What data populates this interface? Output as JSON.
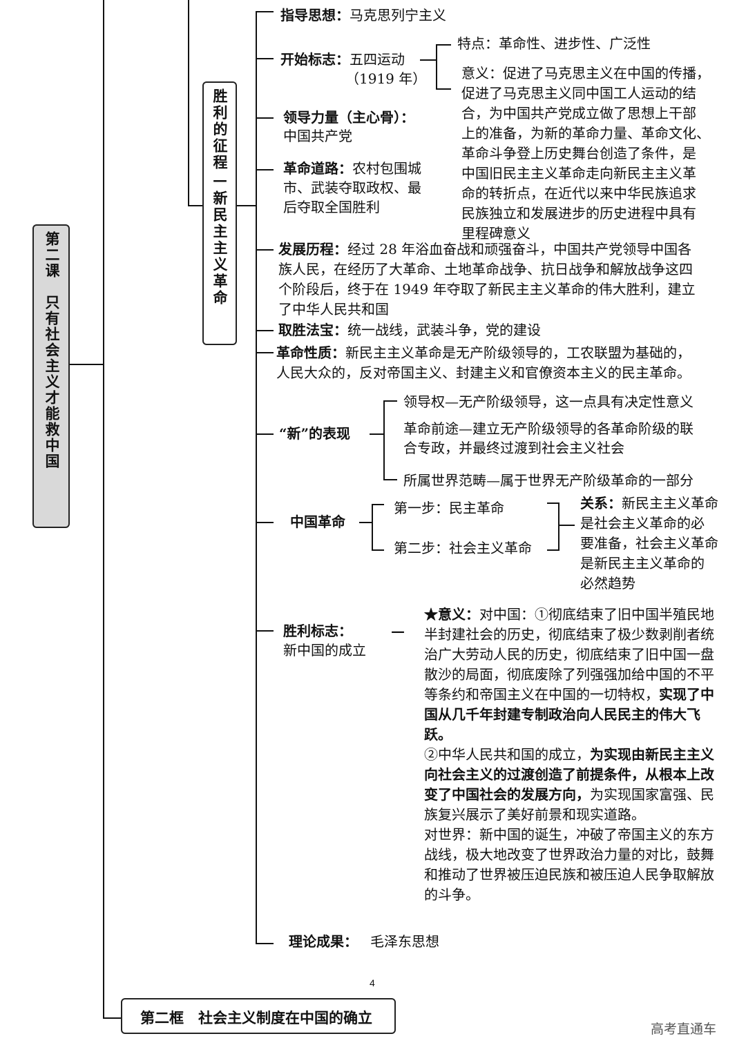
{
  "lesson": {
    "title": "第二课　只有社会主义才能救中国"
  },
  "section": {
    "title": "胜利的征程—新民主主义革命"
  },
  "guiding": {
    "label": "指导思想：",
    "value": "马克思列宁主义"
  },
  "start": {
    "label": "开始标志：",
    "event": "五四运动",
    "year": "（1919 年）",
    "features": "特点：革命性、进步性、广泛性",
    "meaning_lines": [
      "意义：促进了马克思主义在中国的传播，",
      "促进了马克思主义同中国工人运动的结",
      "合，为中国共产党成立做了思想上干部",
      "上的准备，为新的革命力量、革命文化、",
      "革命斗争登上历史舞台创造了条件，是",
      "中国旧民主主义革命走向新民主主义革",
      "命的转折点，在近代以来中华民族追求",
      "民族独立和发展进步的历史进程中具有",
      "里程碑意义"
    ]
  },
  "leader": {
    "label": "领导力量（主心骨）：",
    "value": "中国共产党"
  },
  "road": {
    "label": "革命道路：",
    "line1": "农村包围城",
    "line2": "市、武装夺取政权、最",
    "line3": "后夺取全国胜利"
  },
  "history": {
    "label": "发展历程：",
    "line1": "经过 28 年浴血奋战和顽强奋斗，中国共产党领导中国各",
    "line2": "族人民，在经历了大革命、土地革命战争、抗日战争和解放战争这四",
    "line3": "个阶段后，终于在 1949 年夺取了新民主主义革命的伟大胜利，建立",
    "line4": "了中华人民共和国"
  },
  "magic": {
    "label": "取胜法宝：",
    "value": "统一战线，武装斗争，党的建设"
  },
  "nature": {
    "label": "革命性质：",
    "line1": "新民主主义革命是无产阶级领导的，工农联盟为基础的，",
    "line2": "人民大众的，反对帝国主义、封建主义和官僚资本主义的民主革命。"
  },
  "new_features": {
    "label": "“新”的表现",
    "item1": "领导权—无产阶级领导，这一点具有决定性意义",
    "item2_line1": "革命前途—建立无产阶级领导的各革命阶级的联",
    "item2_line2": "合专政，并最终过渡到社会主义社会",
    "item3": "所属世界范畴—属于世界无产阶级革命的一部分"
  },
  "china_revolution": {
    "label": "中国革命",
    "step1": "第一步：民主革命",
    "step2": "第二步：社会主义革命",
    "relation_label": "关系：",
    "relation_lines": [
      "新民主主义革命",
      "是社会主义革命的必",
      "要准备，社会主义革命",
      "是新民主主义革命的",
      "必然趋势"
    ]
  },
  "victory": {
    "label": "胜利标志：",
    "value": "新中国的成立",
    "dash": "—",
    "p1": [
      {
        "t": "★意义：",
        "b": true
      },
      {
        "t": "对中国：①彻底结束了旧中国半殖民地半封建社会的历史，彻底结束了极少数剥削者统治广大劳动人民的历史，彻底结束了旧中国一盘散沙的局面，彻底废除了列强强加给中国的不平等条约和帝国主义在中国的一切特权，",
        "b": false
      },
      {
        "t": "实现了中国从几千年封建专制政治向人民民主的伟大飞跃。",
        "b": true
      }
    ],
    "p2": [
      {
        "t": "②中华人民共和国的成立，",
        "b": false
      },
      {
        "t": "为实现由新民主主义向社会主义的过渡创造了前提条件，从根本上改变了中国社会的发展方向，",
        "b": true
      },
      {
        "t": "为实现国家富强、民族复兴展示了美好前景和现实道路。",
        "b": false
      }
    ],
    "p3": [
      {
        "t": "对世界：新中国的诞生，冲破了帝国主义的东方战线，极大地改变了世界政治力量的对比，鼓舞和推动了世界被压迫民族和被压迫人民争取解放的斗争。",
        "b": false
      }
    ]
  },
  "theory": {
    "label": "理论成果：",
    "value": "毛泽东思想"
  },
  "page_number": "4",
  "next_section": "第二框　社会主义制度在中国的确立",
  "watermark": "高考直通车"
}
